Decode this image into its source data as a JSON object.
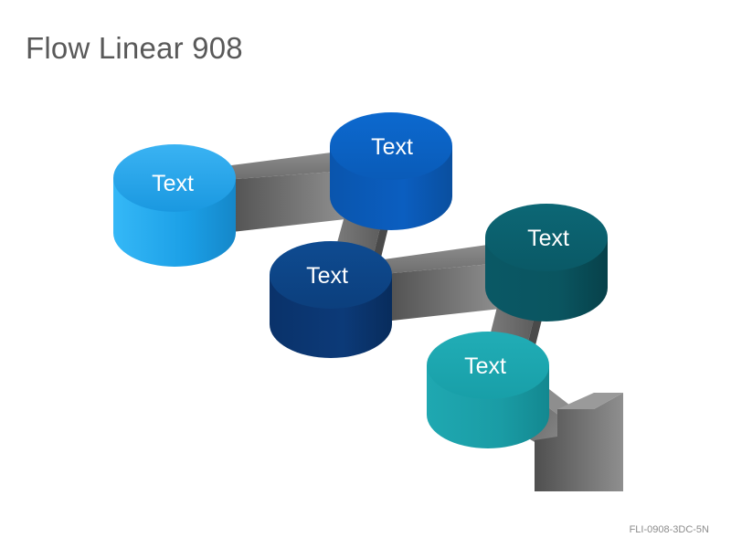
{
  "slide": {
    "title": "Flow Linear 908",
    "code": "FLI-0908-3DC-5N"
  },
  "nodes": [
    {
      "id": "node-1",
      "label": "Text",
      "color": "#1aa3ef"
    },
    {
      "id": "node-2",
      "label": "Text",
      "color": "#0a5fbf"
    },
    {
      "id": "node-3",
      "label": "Text",
      "color": "#0c3d7d"
    },
    {
      "id": "node-4",
      "label": "Text",
      "color": "#0b5f6e"
    },
    {
      "id": "node-5",
      "label": "Text",
      "color": "#1aa2ab"
    }
  ],
  "connector_color": "#7a7a7a"
}
